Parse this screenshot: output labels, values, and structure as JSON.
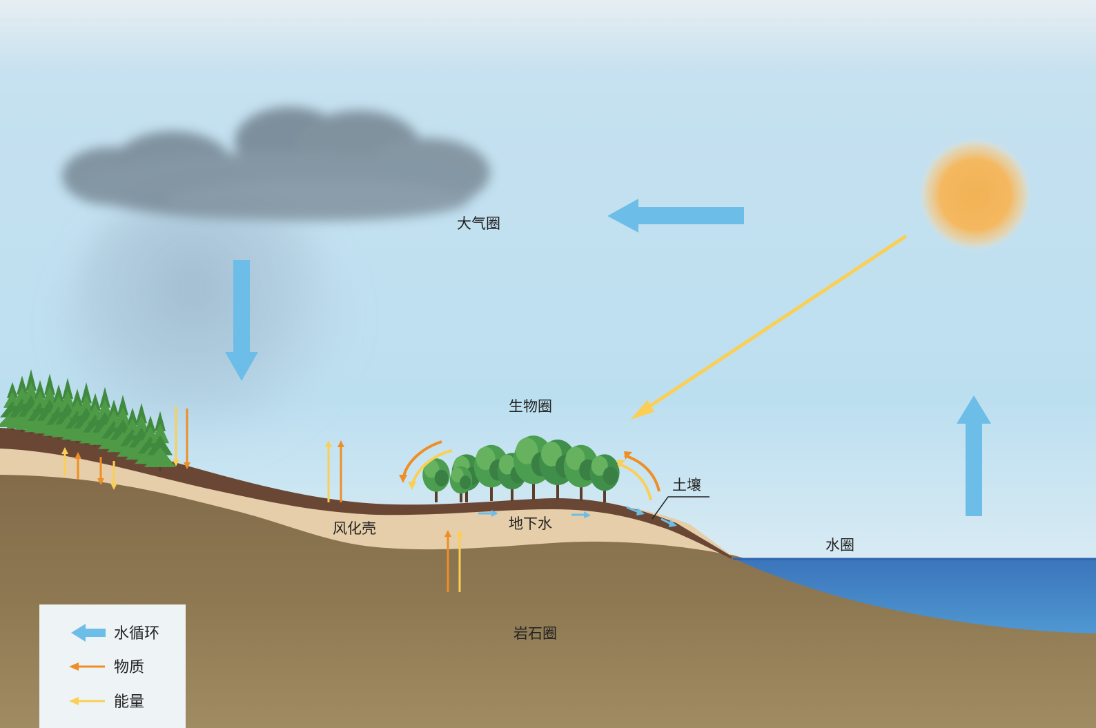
{
  "labels": {
    "atmosphere": "大气圈",
    "biosphere": "生物圈",
    "soil": "土壤",
    "weathering_crust": "风化壳",
    "groundwater": "地下水",
    "hydrosphere": "水圈",
    "lithosphere": "岩石圈"
  },
  "legend": {
    "water_cycle": "水循环",
    "matter": "物质",
    "energy": "能量"
  },
  "colors": {
    "water_arrow": "#6cbde8",
    "matter_arrow": "#ee8e25",
    "energy_arrow": "#fbcf55",
    "sun": "#f3b553",
    "sea": "#3a79c0",
    "rock": "#8c7653",
    "weathered_layer": "#e4cda7",
    "soil_layer": "#6b4a35"
  }
}
